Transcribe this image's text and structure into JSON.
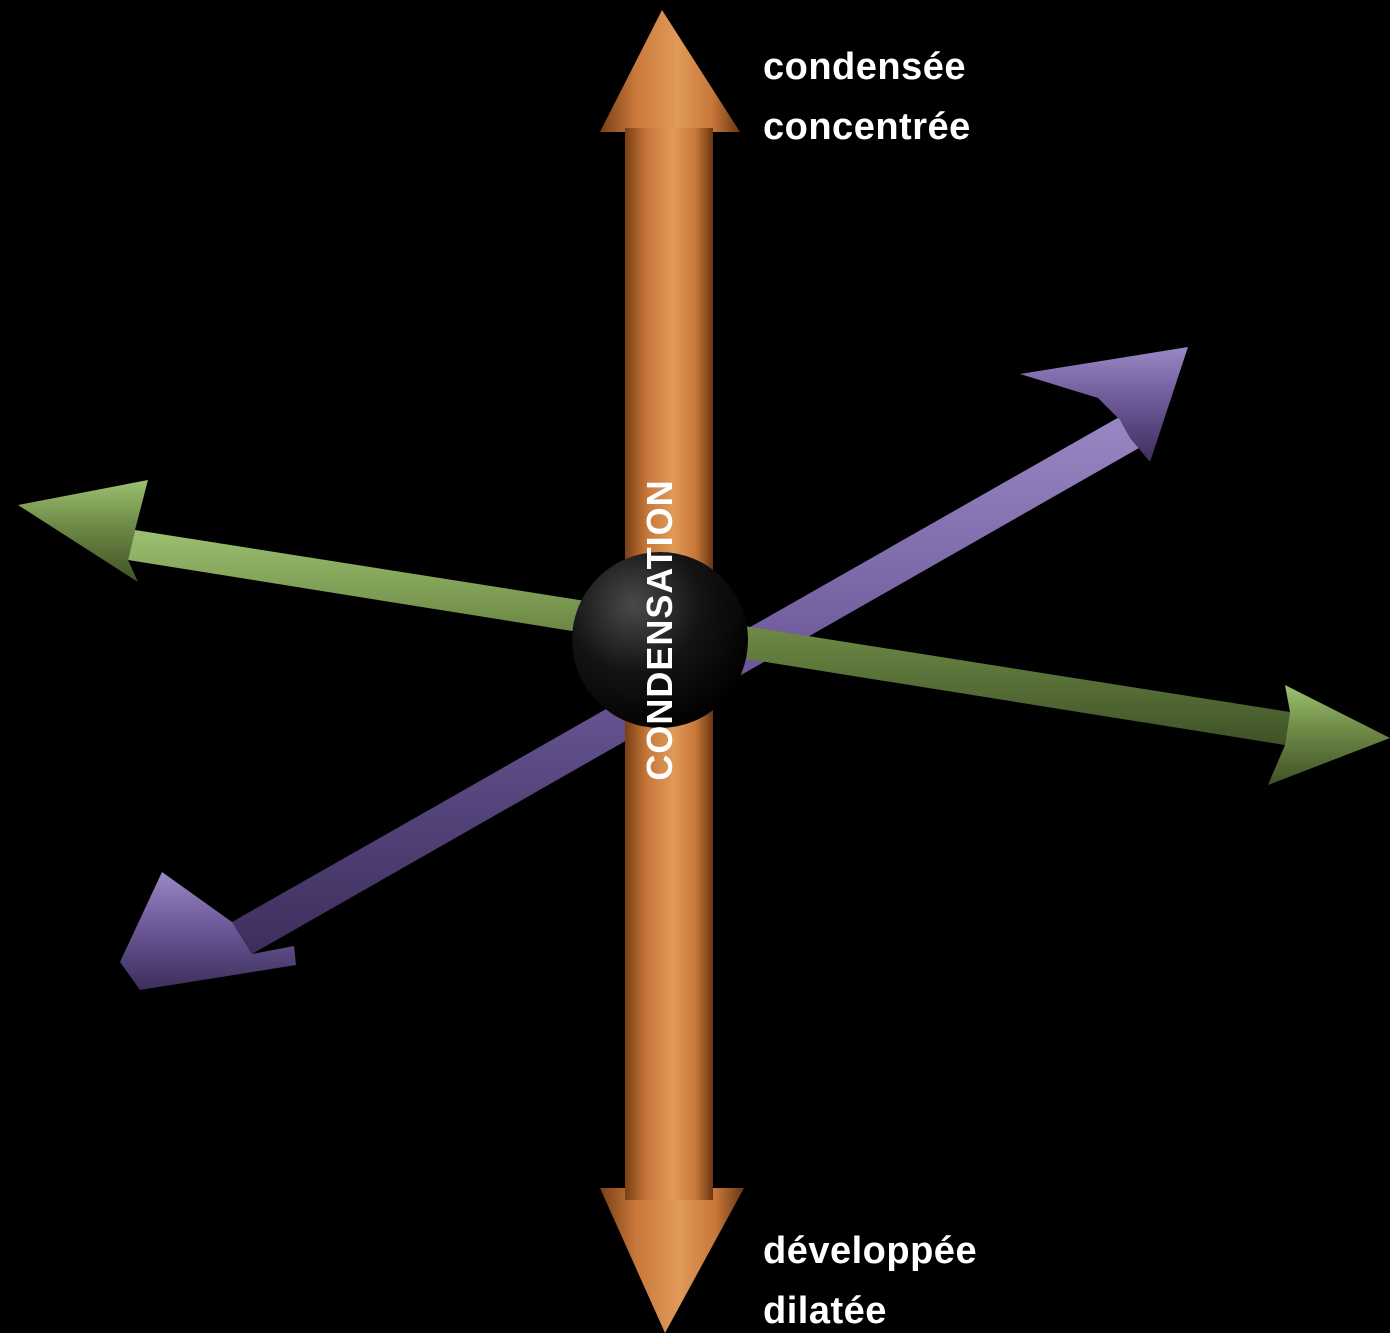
{
  "diagram": {
    "center_label": "CONDENSATION",
    "top_labels": [
      "condensée",
      "concentrée"
    ],
    "bottom_labels": [
      "développée",
      "dilatée"
    ],
    "colors": {
      "background": "#000000",
      "vertical_arrow": "#c8783a",
      "diagonal_arrow": "#6e5a9a",
      "horizontal_arrow": "#6e8a46",
      "center_disc": "#111111",
      "text": "#ffffff"
    }
  }
}
